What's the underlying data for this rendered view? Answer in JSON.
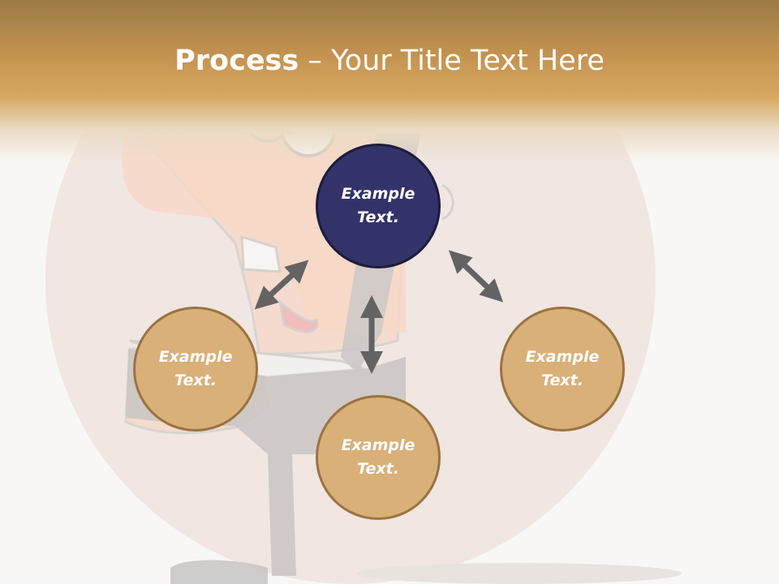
{
  "title": {
    "bold": "Process",
    "rest": " – Your Title Text Here"
  },
  "nodes": {
    "top": "Example Text.",
    "left": "Example Text.",
    "bottom": "Example Text.",
    "right": "Example Text."
  },
  "colors": {
    "header": "#c49350",
    "top_node": "#33336a",
    "tan_node": "#d9b078",
    "arrow": "#636363"
  }
}
